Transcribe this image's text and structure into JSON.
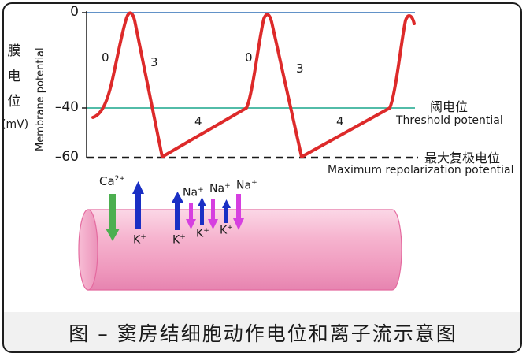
{
  "caption": "图 – 窦房结细胞动作电位和离子流示意图",
  "axis": {
    "cn_label_chars": [
      "膜",
      "电",
      "位"
    ],
    "unit": "(mV)",
    "vertical_label": "Membrane potential",
    "ticks": [
      "0",
      "–40",
      "–60"
    ]
  },
  "threshold": {
    "cn": "阈电位",
    "en": "Threshold potential"
  },
  "max_repol": {
    "cn": "最大复极电位",
    "en": "Maximum repolarization potential"
  },
  "phases": [
    "0",
    "3",
    "0",
    "3",
    "4",
    "4"
  ],
  "ions": {
    "ca": {
      "base": "Ca",
      "sup": "2+"
    },
    "na1": {
      "base": "Na",
      "sup": "+"
    },
    "na2": {
      "base": "Na",
      "sup": "+"
    },
    "na3": {
      "base": "Na",
      "sup": "+"
    },
    "k1": {
      "base": "K",
      "sup": "+"
    },
    "k2": {
      "base": "K",
      "sup": "+"
    },
    "k3": {
      "base": "K",
      "sup": "+"
    },
    "k4": {
      "base": "K",
      "sup": "+"
    }
  },
  "colors": {
    "wave": "#dd2a2a",
    "zero_line": "#2f6fb5",
    "threshold_line": "#18a58c",
    "baseline": "#1a1a1a",
    "ca_arrow": "#4caf50",
    "k_arrow": "#1a2fc4",
    "na_arrow": "#d63fe0",
    "membrane": "#f4aac8"
  }
}
